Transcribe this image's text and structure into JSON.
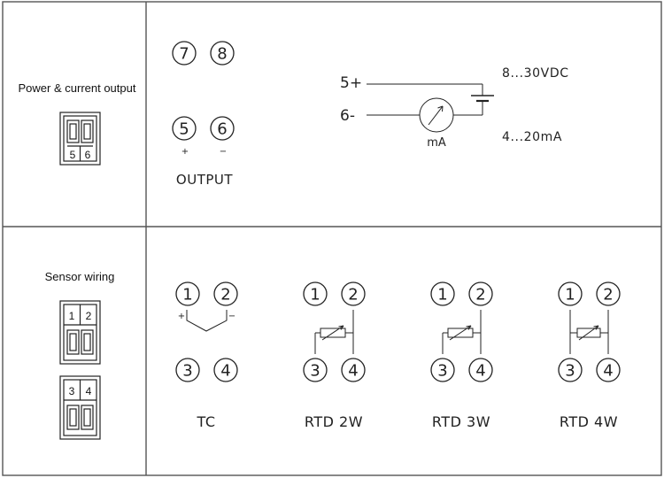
{
  "top": {
    "section_label": "Power & current output",
    "connector_terminals": [
      "5",
      "6"
    ],
    "terminals_top": [
      "7",
      "8"
    ],
    "terminals_bottom": [
      "5",
      "6"
    ],
    "polarity": [
      "+",
      "−"
    ],
    "output_label": "OUTPUT",
    "circuit": {
      "plus_label": "5+",
      "minus_label": "6-",
      "supply_label": "8...30VDC",
      "meter_label": "mA",
      "range_label": "4...20mA"
    }
  },
  "bottom": {
    "section_label": "Sensor wiring",
    "connector_a_terminals": [
      "1",
      "2"
    ],
    "connector_b_terminals": [
      "3",
      "4"
    ],
    "sensors": [
      {
        "caption": "TC",
        "terminals": [
          "1",
          "2",
          "3",
          "4"
        ],
        "polarity": [
          "+",
          "−"
        ]
      },
      {
        "caption": "RTD 2W",
        "terminals": [
          "1",
          "2",
          "3",
          "4"
        ]
      },
      {
        "caption": "RTD 3W",
        "terminals": [
          "1",
          "2",
          "3",
          "4"
        ]
      },
      {
        "caption": "RTD 4W",
        "terminals": [
          "1",
          "2",
          "3",
          "4"
        ]
      }
    ]
  },
  "colors": {
    "line": "#333333",
    "border": "#555555",
    "background": "#ffffff"
  }
}
